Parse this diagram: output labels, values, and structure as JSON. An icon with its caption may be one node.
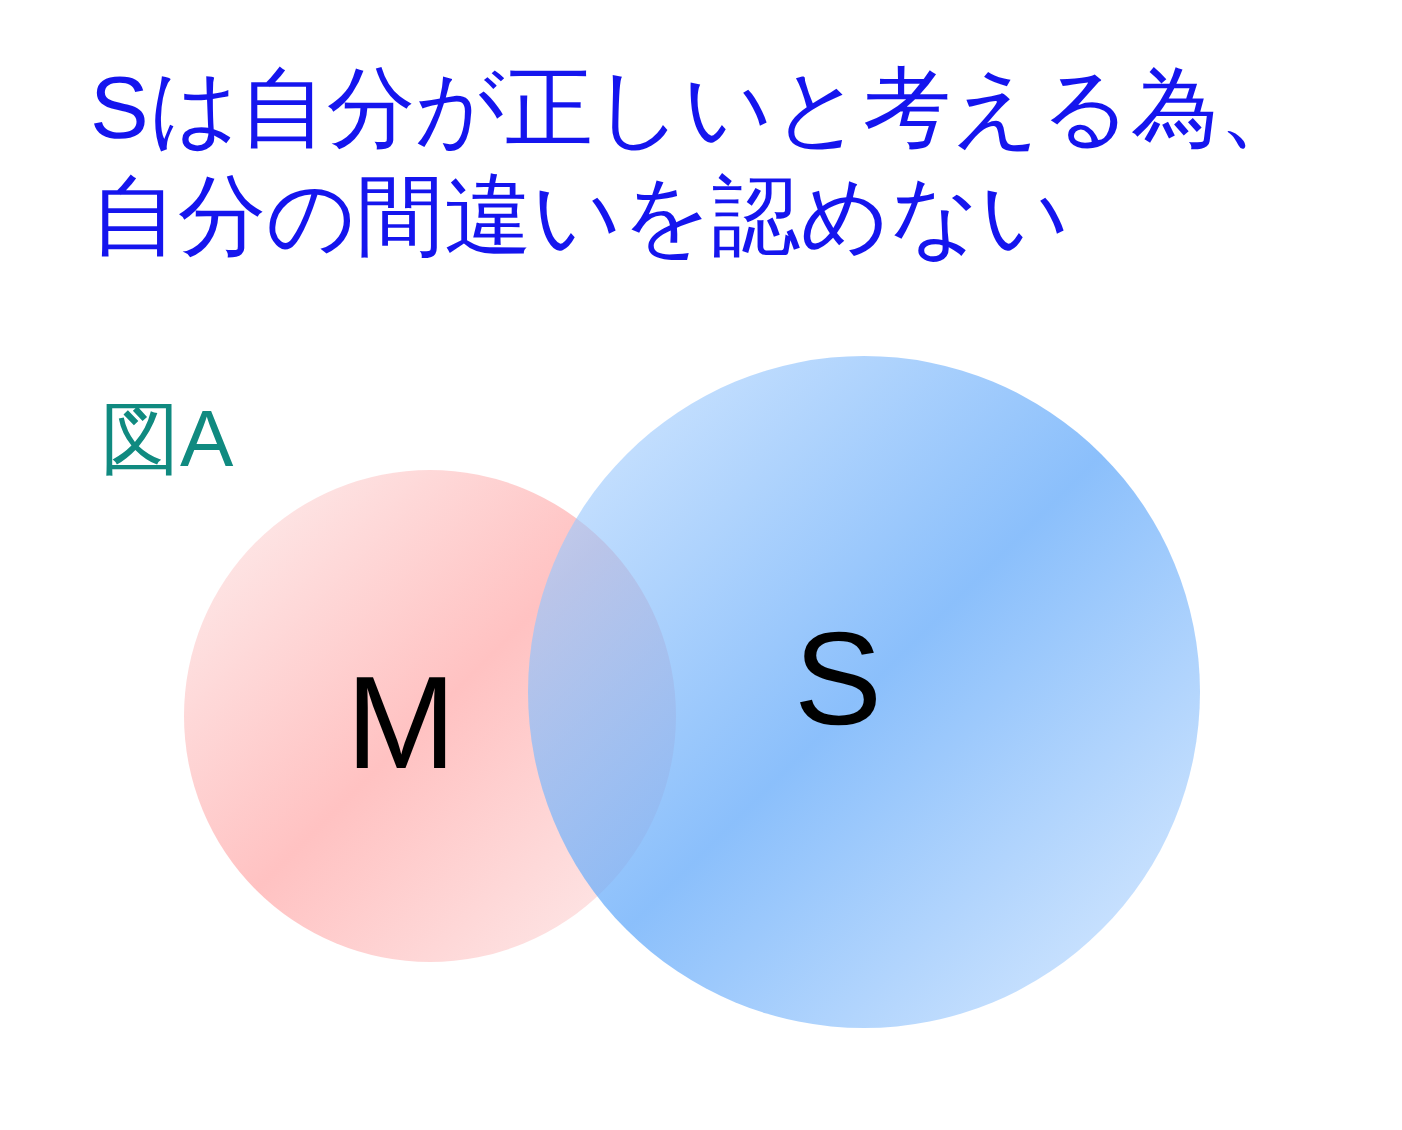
{
  "diagram": {
    "title": "Sは自分が正しいと考える為、自分の間違いを認めない",
    "nodes": [
      {
        "text": [
          "M"
        ]
      },
      {
        "text": [
          "S"
        ]
      }
    ],
    "edges": [],
    "labels": [
      "図A"
    ]
  }
}
